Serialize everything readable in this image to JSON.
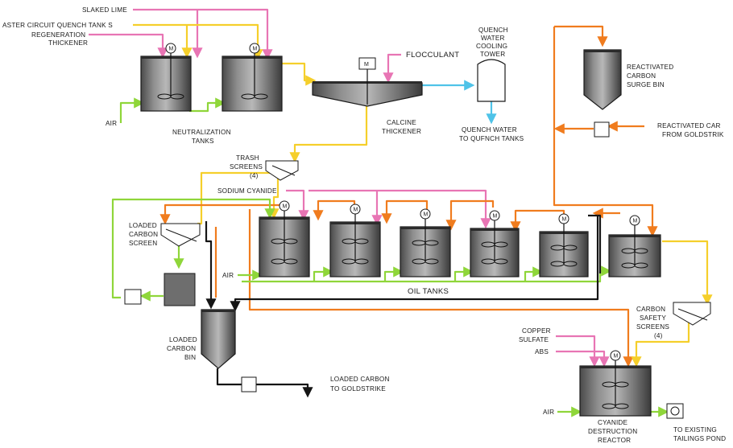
{
  "inputs": {
    "slaked_lime": "SLAKED LIME",
    "master_circuit": "ASTER CIRCUIT QUENCH TANK S",
    "regeneration_1": "REGENERATION",
    "regeneration_2": "THICKENER",
    "air": "AIR",
    "flocculant": "FLOCCULANT",
    "sodium_cyanide": "SODIUM CYANIDE",
    "copper_sulfate_1": "COPPER",
    "copper_sulfate_2": "SULFATE",
    "abs": "ABS",
    "reactivated_car_1": "REACTIVATED CAR",
    "reactivated_car_2": "FROM GOLDSTRIK"
  },
  "units": {
    "neutralization_1": "NEUTRALIZATION",
    "neutralization_2": "TANKS",
    "calcine_1": "CALCINE",
    "calcine_2": "THICKENER",
    "quench_tower_1": "QUENCH",
    "quench_tower_2": "WATER",
    "quench_tower_3": "COOLING",
    "quench_tower_4": "TOWER",
    "quench_water_1": "QUENCH WATER",
    "quench_water_2": "TO QUFNCH TANKS",
    "trash_1": "TRASH",
    "trash_2": "SCREENS",
    "trash_3": "(4)",
    "loaded_screen_1": "LOADED",
    "loaded_screen_2": "CARBON",
    "loaded_screen_3": "SCREEN",
    "oil_tanks": "OIL TANKS",
    "loaded_bin_1": "LOADED",
    "loaded_bin_2": "CARBON",
    "loaded_bin_3": "BIN",
    "loaded_out_1": "LOADED CARBON",
    "loaded_out_2": "TO GOLDSTRIKE",
    "surge_1": "REACTIVATED",
    "surge_2": "CARBON",
    "surge_3": "SURGE BIN",
    "safety_1": "CARBON",
    "safety_2": "SAFETY",
    "safety_3": "SCREENS",
    "safety_4": "(4)",
    "cdr_1": "CYANIDE",
    "cdr_2": "DESTRUCTION",
    "cdr_3": "REACTOR",
    "tailings_1": "TO EXISTING",
    "tailings_2": "TAILINGS POND"
  },
  "motor_symbol": "M",
  "colors": {
    "lime": "#8fd63a",
    "pink": "#e875b4",
    "yellow": "#f5cf2b",
    "orange": "#f07c1e",
    "blue": "#4fc3e8",
    "black": "#151515"
  }
}
